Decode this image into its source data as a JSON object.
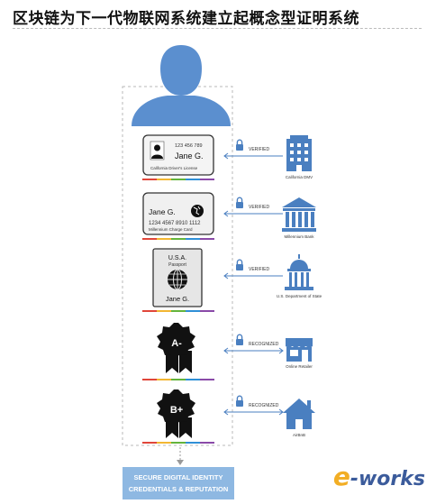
{
  "title": "区块链为下一代物联网系统建立起概念型证明系统",
  "cards": {
    "license": {
      "number": "123 456 789",
      "name": "Jane G.",
      "caption": "California Driver's License"
    },
    "charge": {
      "name": "Jane G.",
      "number": "1234 4567 8910 1112",
      "caption": "Millennium Charge Card"
    },
    "passport": {
      "country": "U.S.A.",
      "type": "Passport",
      "name": "Jane G."
    },
    "badge_a": {
      "grade": "A-"
    },
    "badge_b": {
      "grade": "B+"
    }
  },
  "links": {
    "verified_1": "VERIFIED",
    "verified_2": "VERIFIED",
    "verified_3": "VERIFIED",
    "recognized_1": "RECOGNIZED",
    "recognized_2": "RECOGNIZED"
  },
  "entities": {
    "dmv": "California DMV",
    "bank": "Millennium Bank",
    "state": "U.S. Department of State",
    "retailer": "Online Retailer",
    "airbnb": "AirBnB"
  },
  "output": {
    "line1": "SECURE DIGITAL IDENTITY",
    "line2": "CREDENTIALS & REPUTATION"
  },
  "watermark": {
    "e": "e",
    "rest": "-works"
  },
  "colors": {
    "avatar": "#5b8fcf",
    "accent": "#4a7fc0",
    "output_bg": "#8eb8e2",
    "stripe": [
      "#e0463a",
      "#f2b632",
      "#64b43c",
      "#2f8fd6",
      "#8a4aa8"
    ]
  },
  "icons": [
    "person-avatar-icon",
    "lock-icon",
    "office-building-icon",
    "bank-icon",
    "capitol-icon",
    "storefront-icon",
    "house-icon",
    "globe-icon",
    "award-ribbon-icon"
  ]
}
